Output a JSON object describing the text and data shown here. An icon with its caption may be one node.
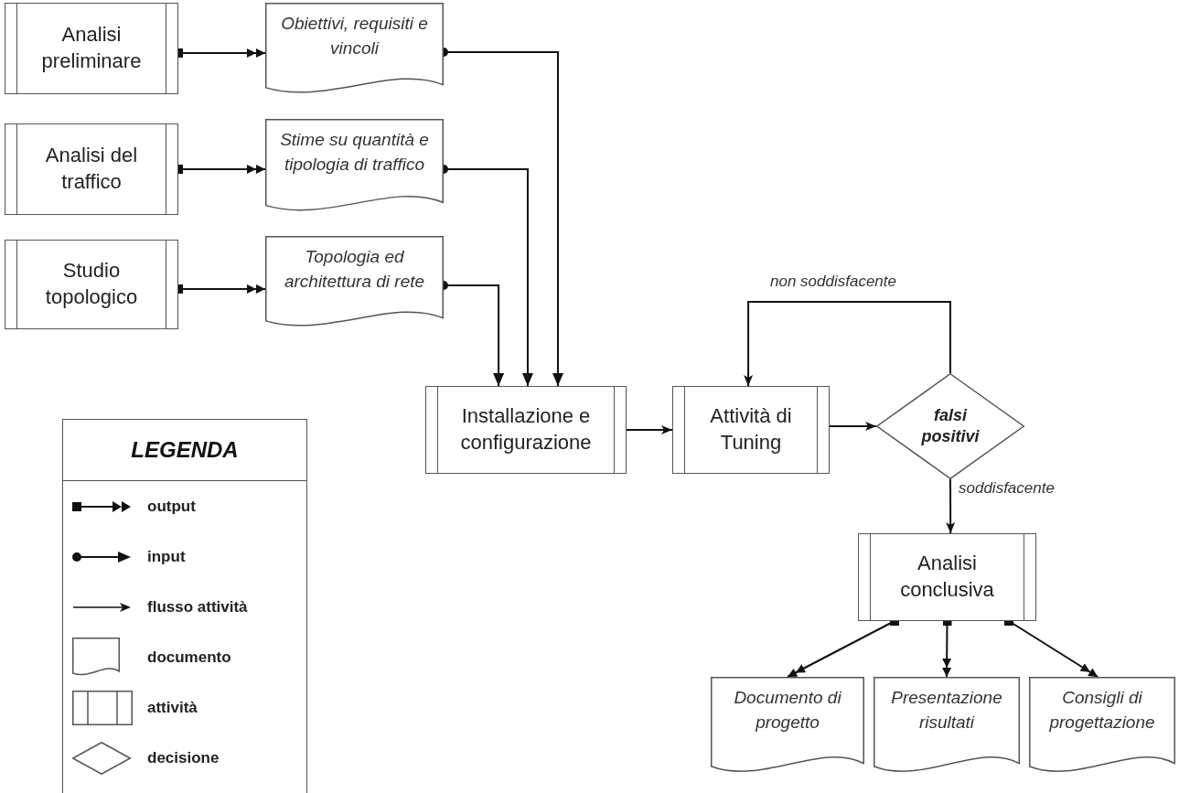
{
  "diagram": {
    "nodes": [
      {
        "text": [
          "Analisi preliminare"
        ]
      },
      {
        "text": [
          "Obiettivi, requisiti e vincoli"
        ]
      },
      {
        "text": [
          "Analisi del traffico"
        ]
      },
      {
        "text": [
          "Stime su quantità e tipologia di traffico"
        ]
      },
      {
        "text": [
          "Studio topologico"
        ]
      },
      {
        "text": [
          "Topologia ed architettura di rete"
        ]
      },
      {
        "text": [
          "Installazione e configurazione"
        ]
      },
      {
        "text": [
          "Attività di Tuning"
        ]
      },
      {
        "text": [
          "falsi positivi"
        ]
      },
      {
        "text": [
          "Analisi conclusiva"
        ]
      },
      {
        "text": [
          "Documento di progetto"
        ]
      },
      {
        "text": [
          "Presentazione risultati"
        ]
      },
      {
        "text": [
          "Consigli di progettazione"
        ]
      }
    ],
    "edges": [
      {
        "from": 0,
        "to": 1,
        "arrow": "to"
      },
      {
        "from": 2,
        "to": 3,
        "arrow": "to"
      },
      {
        "from": 4,
        "to": 5,
        "arrow": "to"
      },
      {
        "from": 1,
        "to": 6,
        "arrow": "to"
      },
      {
        "from": 3,
        "to": 6,
        "arrow": "to"
      },
      {
        "from": 5,
        "to": 6,
        "arrow": "to"
      },
      {
        "from": 6,
        "to": 7,
        "arrow": "to"
      },
      {
        "from": 7,
        "to": 8,
        "arrow": "to"
      },
      {
        "from": 8,
        "to": 7,
        "arrow": "to",
        "label": "non soddisfacente"
      },
      {
        "from": 8,
        "to": 9,
        "arrow": "to",
        "label": "soddisfacente"
      },
      {
        "from": 9,
        "to": 10,
        "arrow": "to"
      },
      {
        "from": 9,
        "to": 11,
        "arrow": "to"
      },
      {
        "from": 9,
        "to": 12,
        "arrow": "to"
      }
    ],
    "labels": [
      "LEGENDA"
    ],
    "legend": [
      {
        "text": "output"
      },
      {
        "text": "input"
      },
      {
        "text": "flusso attività"
      },
      {
        "text": "documento"
      },
      {
        "text": "attività"
      },
      {
        "text": "decisione"
      }
    ]
  }
}
